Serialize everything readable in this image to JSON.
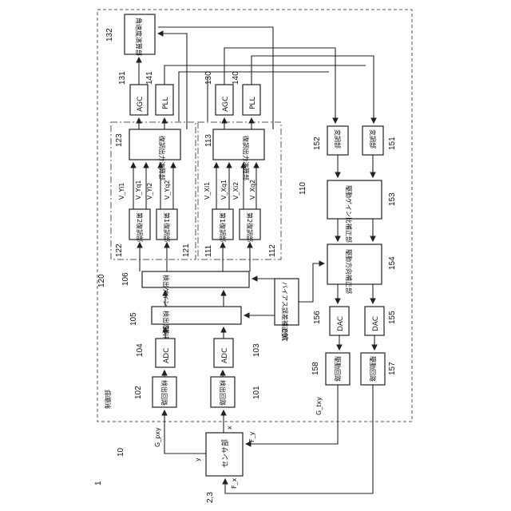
{
  "blocks": {
    "angular_velocity_unit": "角速度演算部",
    "demod_out_a": "復調出力演算部",
    "demod_out_b": "復調出力演算部",
    "agc_a": "AGC",
    "pll_a": "PLL",
    "agc_b": "AGC",
    "pll_b": "PLL",
    "second_demod_a": "第2復調部",
    "first_demod_a": "第1復調部",
    "first_demod_b": "第1復調部",
    "second_demod_b": "第2復調部",
    "det_gain_corr": "検出ゲイン比補正部",
    "det_dir_corr": "検出方向補正部",
    "adc_a": "ADC",
    "adc_b": "ADC",
    "det_circuit_a": "検出回路",
    "det_circuit_b": "検出回路",
    "bias_error_corr": "バイアス誤差補正部",
    "modulator_a": "変調部",
    "modulator_b": "変調部",
    "drive_gain_corr": "駆動ゲイン比補正部",
    "drive_dir_corr": "駆動方向補正部",
    "dac_a": "DAC",
    "dac_b": "DAC",
    "drive_circuit_a": "駆動回路",
    "drive_circuit_b": "駆動回路",
    "sensor_unit": "センサ部",
    "control_unit": "制御部"
  },
  "signals": {
    "vyi1": "V_Yi1",
    "vyq1": "V_Yq1",
    "vyi2": "V_Yi2",
    "vyq2": "V_Yq2",
    "vxi1": "V_Xi1",
    "vxq1": "V_Xq1",
    "vxi2": "V_Xi2",
    "vxq2": "V_Xq2",
    "gpxy": "G_pxy",
    "gtxy": "G_txy",
    "fx": "F_x",
    "fy": "F_y",
    "x": "x",
    "y": "y"
  },
  "refs": {
    "r1": "1",
    "r10": "10",
    "r23": "2,3",
    "r101": "101",
    "r102": "102",
    "r103": "103",
    "r104": "104",
    "r105": "105",
    "r106": "106",
    "r110": "110",
    "r111": "111",
    "r112": "112",
    "r113": "113",
    "r120": "120",
    "r121": "121",
    "r122": "122",
    "r123": "123",
    "r130": "130",
    "r131": "131",
    "r132": "132",
    "r140": "140",
    "r141": "141",
    "r151": "151",
    "r152": "152",
    "r153": "153",
    "r154": "154",
    "r155": "155",
    "r156": "156",
    "r157": "157",
    "r158": "158",
    "r160": "160"
  }
}
